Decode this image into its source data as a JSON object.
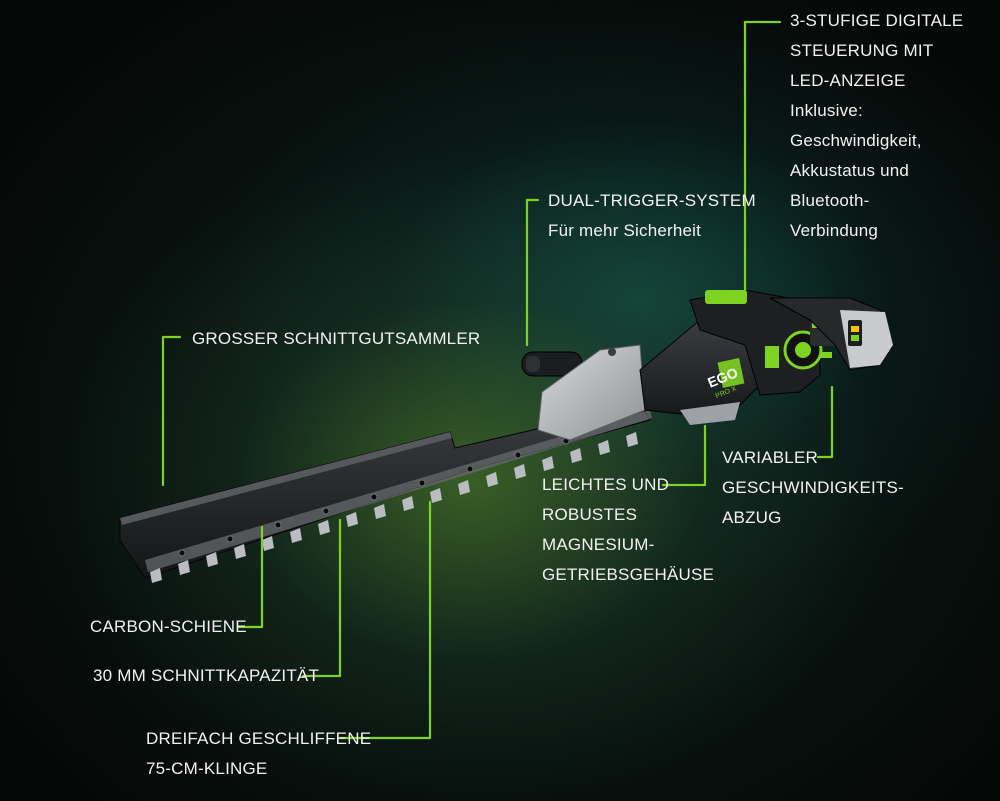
{
  "callouts": {
    "digital_control": {
      "line1": "3-STUFIGE DIGITALE",
      "line2": "STEUERUNG MIT",
      "line3": "LED-ANZEIGE",
      "line4": "Inklusive:",
      "line5": "Geschwindigkeit,",
      "line6": "Akkustatus und",
      "line7": "Bluetooth-",
      "line8": "Verbindung"
    },
    "dual_trigger": {
      "line1": "DUAL-TRIGGER-SYSTEM",
      "line2": "Für mehr Sicherheit"
    },
    "collector": {
      "line1": "GROSSER SCHNITTGUTSAMMLER"
    },
    "variable_trigger": {
      "line1": "VARIABLER",
      "line2": "GESCHWINDIGKEITS-",
      "line3": "ABZUG"
    },
    "gear_housing": {
      "line1": "LEICHTES UND",
      "line2": "ROBUSTES",
      "line3": "MAGNESIUM-",
      "line4": "GETRIEBSGEHÄUSE"
    },
    "carbon_rail": {
      "line1": "CARBON-SCHIENE"
    },
    "cut_capacity": {
      "line1": "30 MM SCHNITTKAPAZITÄT"
    },
    "blade": {
      "line1": "DREIFACH GESCHLIFFENE",
      "line2": "75-CM-KLINGE"
    }
  },
  "product": {
    "brand": "EGO",
    "sub_brand": "PRO X"
  },
  "colors": {
    "accent": "#7ed321",
    "label_text": "#f2f2f2"
  }
}
